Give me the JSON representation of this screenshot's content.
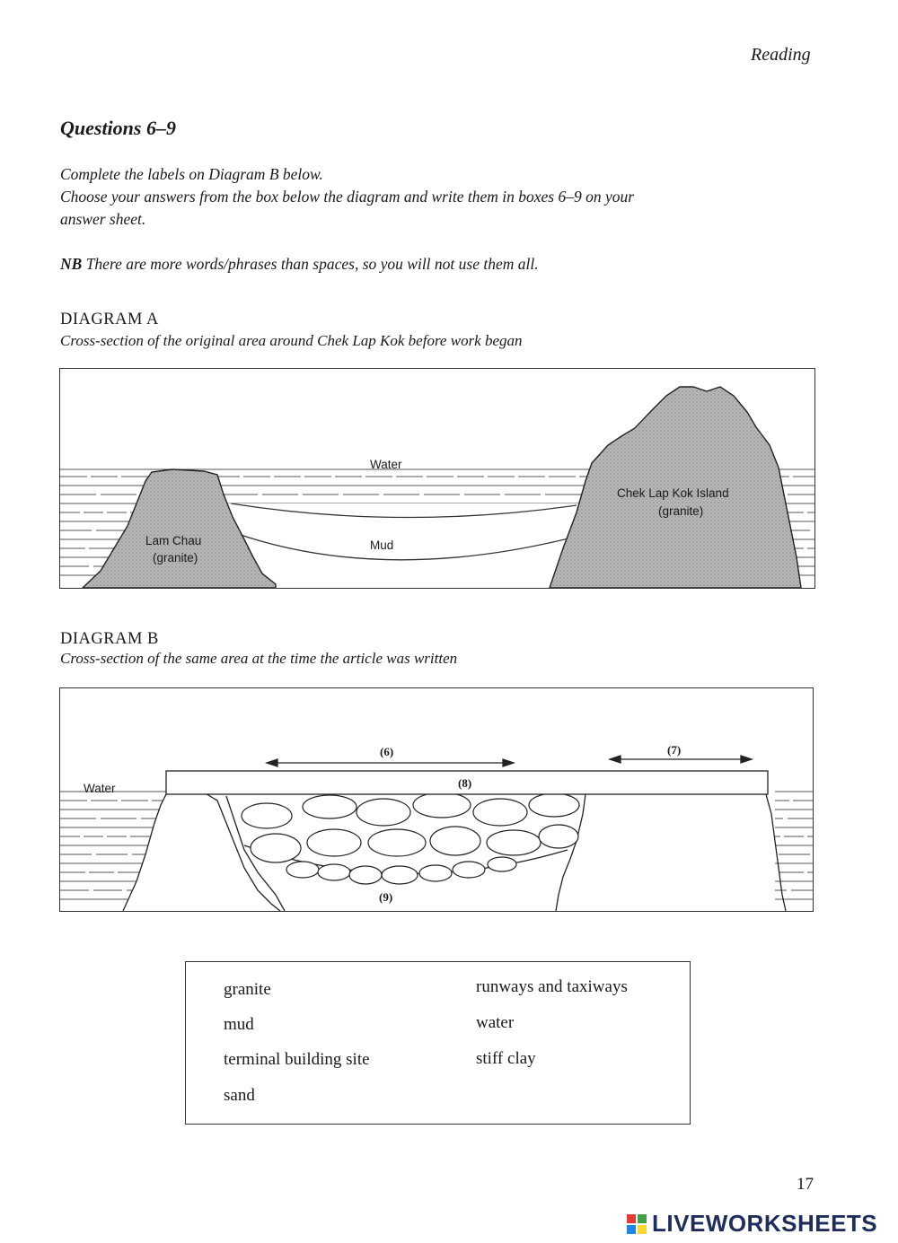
{
  "header": {
    "section": "Reading"
  },
  "questions": {
    "title": "Questions 6–9",
    "instructions": [
      "Complete the labels on Diagram B below.",
      "Choose your answers from the box below the diagram and write them in boxes 6–9 on your",
      "answer sheet."
    ],
    "nb_label": "NB",
    "nb_text": "There are more words/phrases than spaces, so you will not use them all."
  },
  "diagram_a": {
    "title": "DIAGRAM A",
    "subtitle": "Cross-section of the original area around Chek Lap Kok before work began",
    "labels": {
      "water": "Water",
      "mud": "Mud",
      "lam_chau_name": "Lam Chau",
      "lam_chau_rock": "(granite)",
      "chek_lap_kok_name": "Chek Lap Kok Island",
      "chek_lap_kok_rock": "(granite)"
    }
  },
  "diagram_b": {
    "title": "DIAGRAM B",
    "subtitle": "Cross-section of the same area at the time the article was written",
    "labels": {
      "water": "Water",
      "q6": "(6)",
      "q7": "(7)",
      "q8": "(8)",
      "q9": "(9)"
    }
  },
  "word_box": {
    "left_column": [
      "granite",
      "mud",
      "terminal building site",
      "sand"
    ],
    "right_column": [
      "runways and taxiways",
      "water",
      "stiff clay"
    ]
  },
  "footer": {
    "page_number": "17",
    "brand": "LIVEWORKSHEETS",
    "brand_colors": [
      "#e53935",
      "#43a047",
      "#1e88e5",
      "#fdd835"
    ]
  }
}
